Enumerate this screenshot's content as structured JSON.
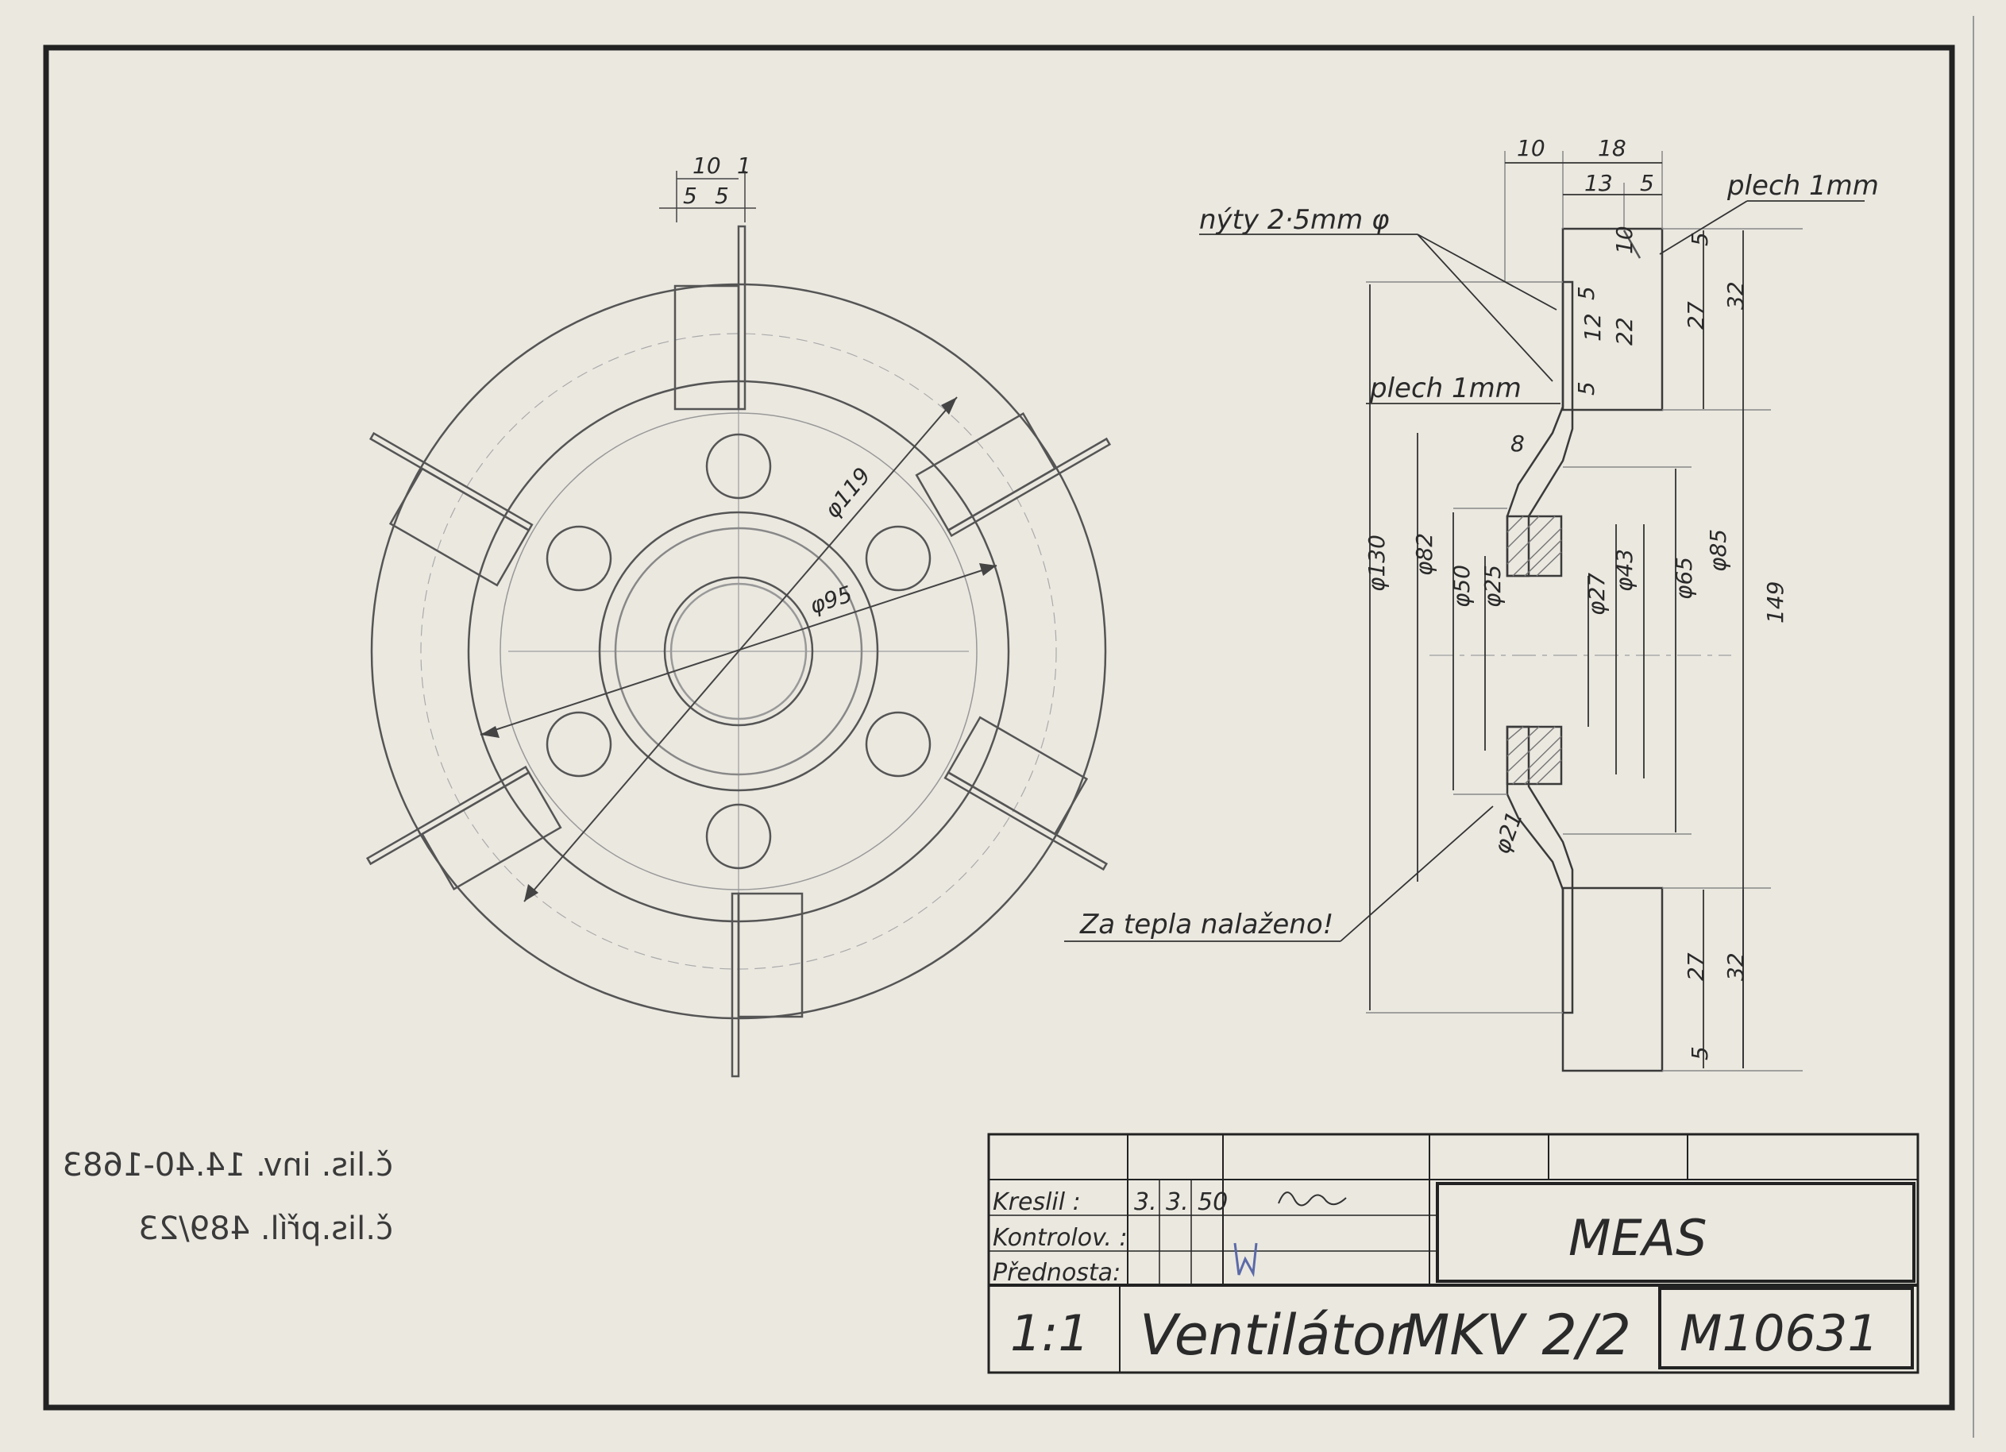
{
  "drawing": {
    "labels": {
      "d119": "φ119",
      "d95": "φ95",
      "top_10": "10",
      "top_5a": "5",
      "top_5b": "5",
      "top_1": "1",
      "side_10": "10",
      "side_18": "18",
      "side_13": "13",
      "side_5": "5",
      "holes_note": "nýty 2·5mm φ",
      "sheet_note_top": "plech 1mm",
      "sheet_note_mid": "plech 1mm",
      "v_5a": "5",
      "v_10": "10",
      "v_5b": "5",
      "v_27a": "27",
      "v_32a": "32",
      "v_12": "12",
      "v_22": "22",
      "v_5c": "5",
      "v_8": "8",
      "d130": "φ130",
      "d82": "φ82",
      "d50": "φ50",
      "d25": "φ25",
      "d27": "φ27",
      "d43": "φ43",
      "d65": "φ65",
      "d85": "φ85",
      "l149": "149",
      "d21": "φ21",
      "v_27b": "27",
      "v_32b": "32",
      "v_5d": "5",
      "hot_fit_note": "Za tepla nalaženo!"
    }
  },
  "title_block": {
    "drawn_label": "Kreslil :",
    "checked_label": "Kontrolov. :",
    "head_label": "Přednosta:",
    "date_d": "3.",
    "date_m": "3.",
    "date_y": "50",
    "company": "MEAS",
    "scale": "1:1",
    "part_name": "Ventilátor",
    "model": "MKV 2/2",
    "drawing_number": "M10631"
  },
  "margin_notes": {
    "line1": "č.lis. inv. 14.40-1683",
    "line2": "č.lis.příl. 489/23"
  }
}
